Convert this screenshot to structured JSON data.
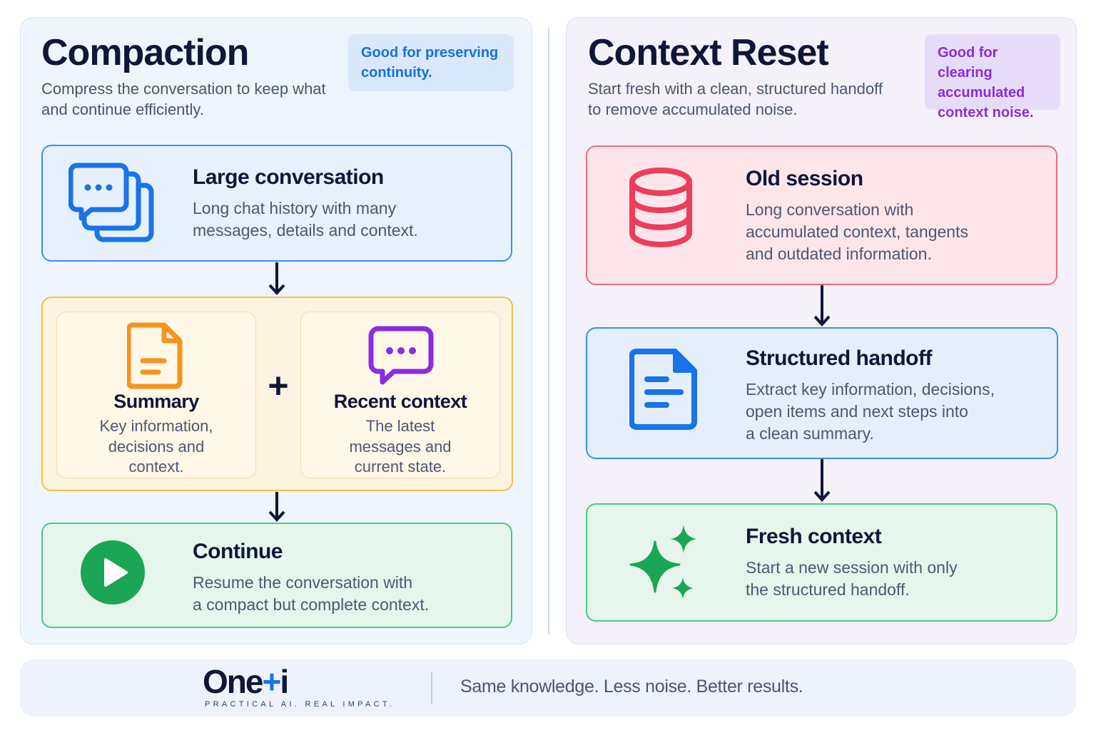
{
  "left": {
    "title": "Compaction",
    "subtitle_line1": "Compress the conversation to keep what",
    "subtitle_line2": "and continue efficiently.",
    "tag_line1": "Good for preserving",
    "tag_line2": "continuity.",
    "large": {
      "title": "Large conversation",
      "line1": "Long chat history with many",
      "line2": "messages, details and context.",
      "icon": "chat-stack-icon"
    },
    "summary": {
      "title": "Summary",
      "line1": "Key information,",
      "line2": "decisions and",
      "line3": "context.",
      "icon": "document-icon"
    },
    "plus": "+",
    "recent": {
      "title": "Recent context",
      "line1": "The latest",
      "line2": "messages and",
      "line3": "current state.",
      "icon": "chat-bubble-icon"
    },
    "continue": {
      "title": "Continue",
      "line1": "Resume the conversation with",
      "line2": "a compact but complete context.",
      "icon": "play-icon"
    }
  },
  "right": {
    "title": "Context Reset",
    "subtitle_line1": "Start fresh with a clean, structured handoff",
    "subtitle_line2": "to remove accumulated noise.",
    "tag_line1": "Good for clearing",
    "tag_line2": "accumulated",
    "tag_line3": "context noise.",
    "old": {
      "title": "Old session",
      "line1": "Long conversation with",
      "line2": "accumulated context, tangents",
      "line3": "and outdated information.",
      "icon": "database-icon"
    },
    "handoff": {
      "title": "Structured handoff",
      "line1": "Extract key information, decisions,",
      "line2": "open items and next steps into",
      "line3": "a clean summary.",
      "icon": "document-icon"
    },
    "fresh": {
      "title": "Fresh context",
      "line1": "Start a new session with only",
      "line2": "the structured handoff.",
      "icon": "sparkle-icon"
    }
  },
  "footer": {
    "logo_main": "One",
    "logo_plus": "+",
    "logo_end": "i",
    "logo_tagline": "PRACTICAL AI. REAL IMPACT.",
    "slogan": "Same knowledge. Less noise. Better results."
  },
  "colors": {
    "navy": "#0f1738",
    "blue": "#1a73e8",
    "orange": "#f7941d",
    "purple": "#8a2ce0",
    "red": "#ee3d5a",
    "green": "#1aa654"
  }
}
